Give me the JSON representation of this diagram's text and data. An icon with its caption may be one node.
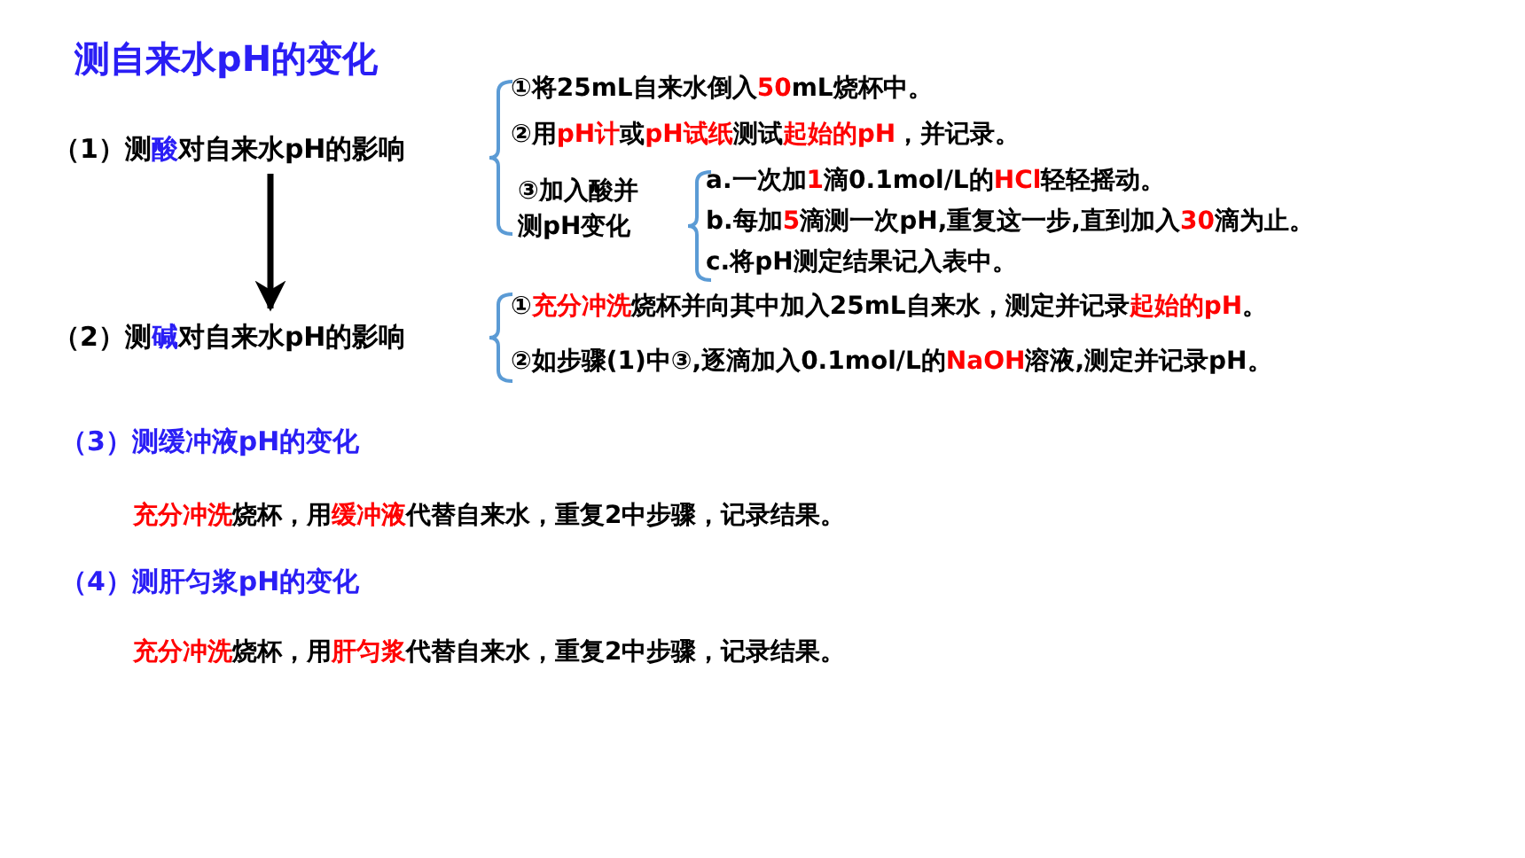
{
  "diagram": {
    "title": "测自来水pH的变化",
    "nodes": [
      {
        "text": [
          "（1）测**酸**对自来水pH的影响"
        ]
      },
      {
        "text": [
          "（2）测**碱**对自来水pH的影响"
        ]
      }
    ],
    "edges": [
      {
        "from": 0,
        "to": 1,
        "arrow": "to"
      }
    ],
    "labels": [
      "①将25mL自来水倒入**50**mL烧杯中。",
      "②用**pH计**或**pH试纸**测试**起始的pH**，并记录。",
      "③加入酸并测pH变化",
      "a.一次加**1**滴0.1mol/L的**HCl**轻轻摇动。",
      "b.每加**5**滴测一次pH,重复这一步,直到加入**30**滴为止。",
      "c.将pH测定结果记入表中。",
      "①**充分冲洗**烧杯并向其中加入25mL自来水，测定并记录**起始的pH**。",
      "②如步骤(1)中③,逐滴加入0.1mol/L的**NaOH**溶液,测定并记录pH。",
      "（3）测缓冲液pH的变化",
      "**充分冲洗**烧杯，用**缓冲液**代替自来水，重复2中步骤，记录结果。",
      "（4）测肝匀浆pH的变化",
      "**充分冲洗**烧杯，用**肝匀浆**代替自来水，重复2中步骤，记录结果。"
    ]
  }
}
